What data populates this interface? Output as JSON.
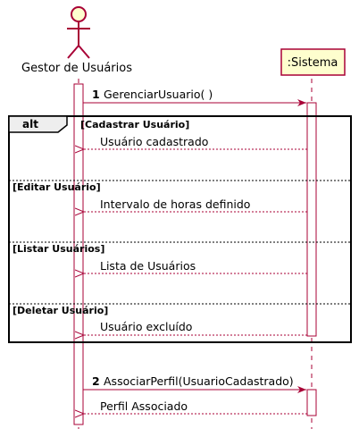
{
  "actors": {
    "gestor": {
      "label": "Gestor de Usuários"
    },
    "sistema": {
      "label": ":Sistema"
    }
  },
  "messages": [
    {
      "number": "1",
      "text": "GerenciarUsuario( )",
      "from": "gestor",
      "to": "sistema",
      "kind": "sync"
    },
    {
      "text": "Usuário cadastrado",
      "from": "sistema",
      "to": "gestor",
      "kind": "return"
    },
    {
      "text": "Intervalo de horas definido",
      "from": "sistema",
      "to": "gestor",
      "kind": "return"
    },
    {
      "text": "Lista de Usuários",
      "from": "sistema",
      "to": "gestor",
      "kind": "return"
    },
    {
      "text": "Usuário excluído",
      "from": "sistema",
      "to": "gestor",
      "kind": "return"
    },
    {
      "number": "2",
      "text": "AssociarPerfil(UsuarioCadastrado)",
      "from": "gestor",
      "to": "sistema",
      "kind": "sync"
    },
    {
      "text": "Perfil Associado",
      "from": "sistema",
      "to": "gestor",
      "kind": "return"
    }
  ],
  "fragment": {
    "operator": "alt",
    "guards": [
      "[Cadastrar Usuário]",
      "[Editar Usuário]",
      "[Listar Usuários]",
      "[Deletar Usuário]"
    ]
  },
  "colors": {
    "line": "#a80036",
    "actor_fill": "#fefece",
    "frame": "#000000"
  }
}
